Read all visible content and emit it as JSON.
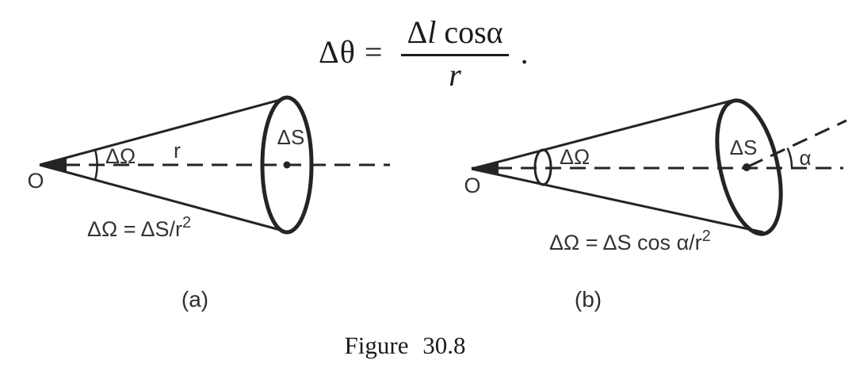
{
  "colors": {
    "background": "#ffffff",
    "ink": "#242424",
    "label": "#343434"
  },
  "equation": {
    "lhs": "Δθ",
    "equals": "=",
    "numerator_delta": "Δ",
    "numerator_l": "l",
    "numerator_cos": "cos",
    "numerator_alpha": "α",
    "denominator": "r",
    "period": "."
  },
  "diagram_a": {
    "origin_label": "O",
    "solid_angle_label": "ΔΩ",
    "radius_label": "r",
    "surface_label": "ΔS",
    "formula_base": "ΔΩ = ΔS/r",
    "formula_exponent": "2",
    "panel_label": "(a)"
  },
  "diagram_b": {
    "origin_label": "O",
    "solid_angle_label": "ΔΩ",
    "surface_label": "ΔS",
    "angle_label": "α",
    "formula_base": "ΔΩ = ΔS cos α/r",
    "formula_exponent": "2",
    "panel_label": "(b)"
  },
  "figure_caption": "Figure 30.8"
}
